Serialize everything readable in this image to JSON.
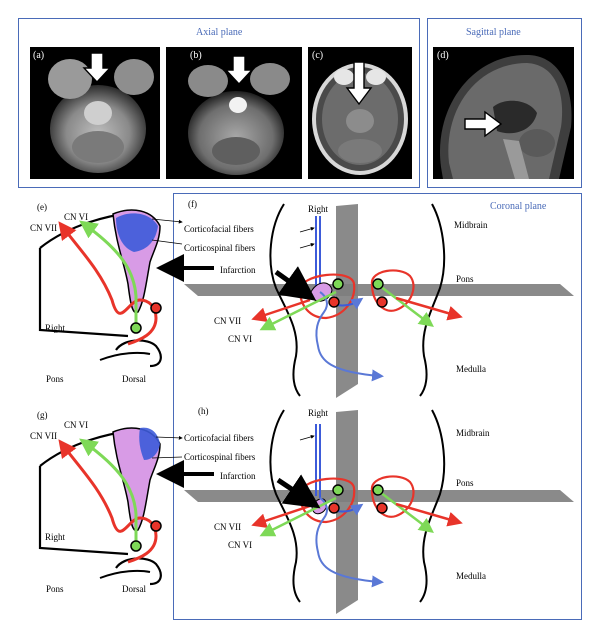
{
  "boxes": {
    "axial_title": "Axial plane",
    "sagittal_title": "Sagittal plane",
    "coronal_title": "Coronal plane"
  },
  "panels": {
    "a": "(a)",
    "b": "(b)",
    "c": "(c)",
    "d": "(d)",
    "e": "(e)",
    "f": "(f)",
    "g": "(g)",
    "h": "(h)"
  },
  "labels": {
    "cn_vi": "CN VI",
    "cn_vii": "CN VII",
    "corticofacial": "Corticofacial fibers",
    "corticospinal": "Corticospinal fibers",
    "infarction": "Infarction",
    "right": "Right",
    "pons": "Pons",
    "dorsal": "Dorsal",
    "midbrain": "Midbrain",
    "medulla": "Medulla"
  },
  "colors": {
    "frame_blue": "#4a6bb8",
    "cn_vii_red": "#e8342a",
    "cn_vi_green": "#7ed957",
    "corticospinal_blue": "#3d5bd9",
    "infarct_pink": "#d89be6",
    "plane_gray": "#7d7d7d"
  }
}
